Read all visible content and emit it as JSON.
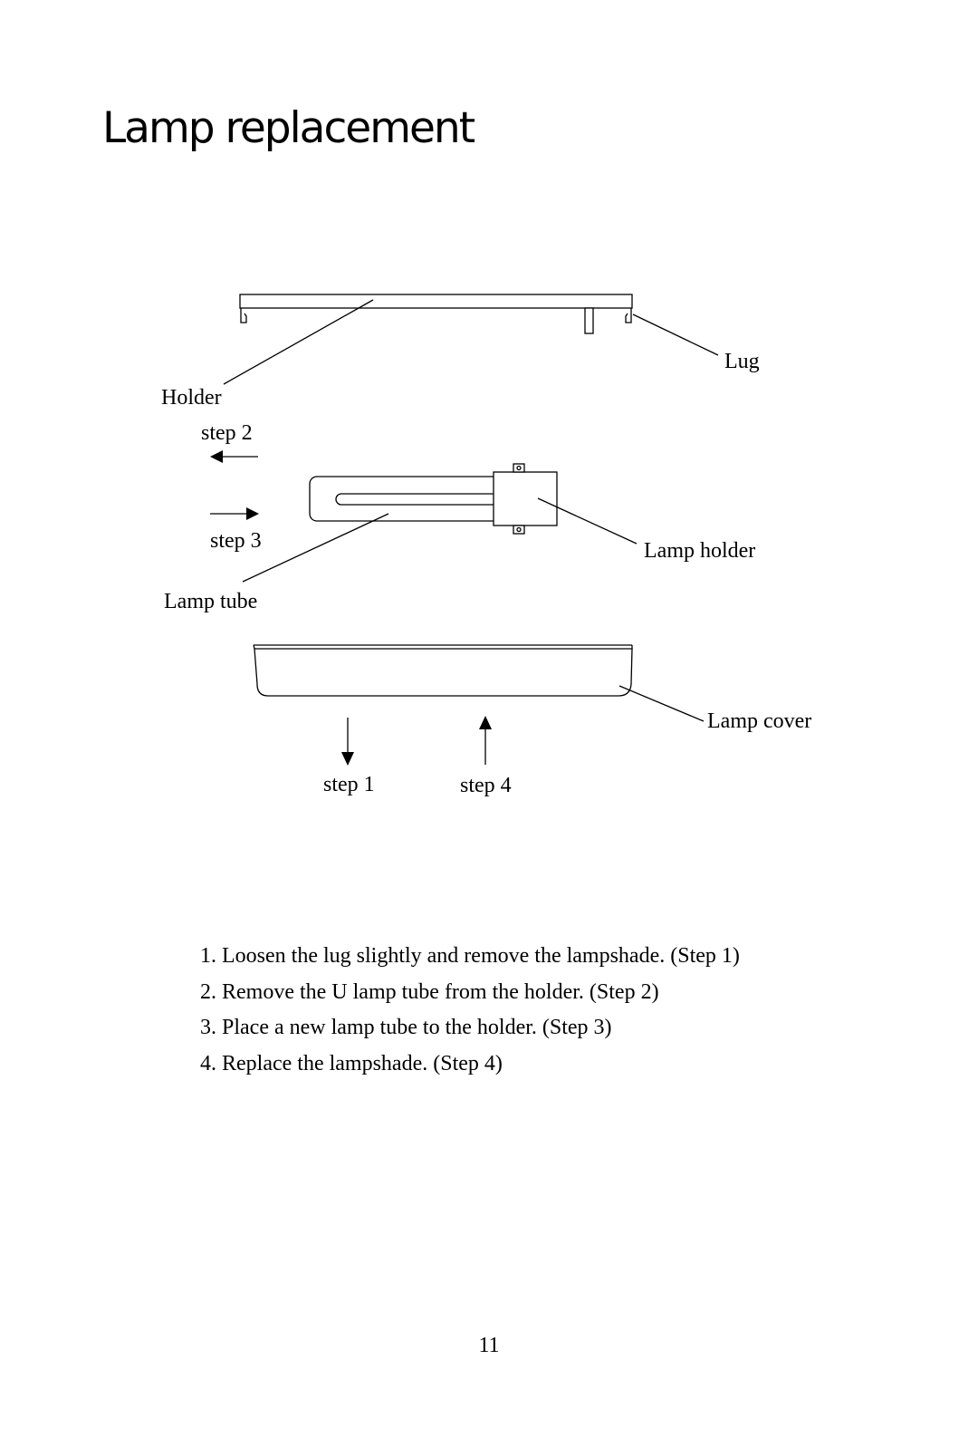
{
  "title": "Lamp replacement",
  "diagram": {
    "labels": {
      "lug": "Lug",
      "holder": "Holder",
      "step2": "step 2",
      "step3": "step 3",
      "lamp_holder": "Lamp holder",
      "lamp_tube": "Lamp tube",
      "lamp_cover": "Lamp cover",
      "step1": "step 1",
      "step4": "step 4"
    }
  },
  "instructions": [
    {
      "number": "1.",
      "text": "Loosen the lug slightly and remove the lampshade. (Step 1)"
    },
    {
      "number": "2.",
      "text": "Remove the U lamp tube from the holder. (Step 2)"
    },
    {
      "number": "3.",
      "text": "Place a new lamp tube to the holder. (Step 3)"
    },
    {
      "number": "4.",
      "text": "Replace the lampshade. (Step 4)"
    }
  ],
  "page_number": "11"
}
